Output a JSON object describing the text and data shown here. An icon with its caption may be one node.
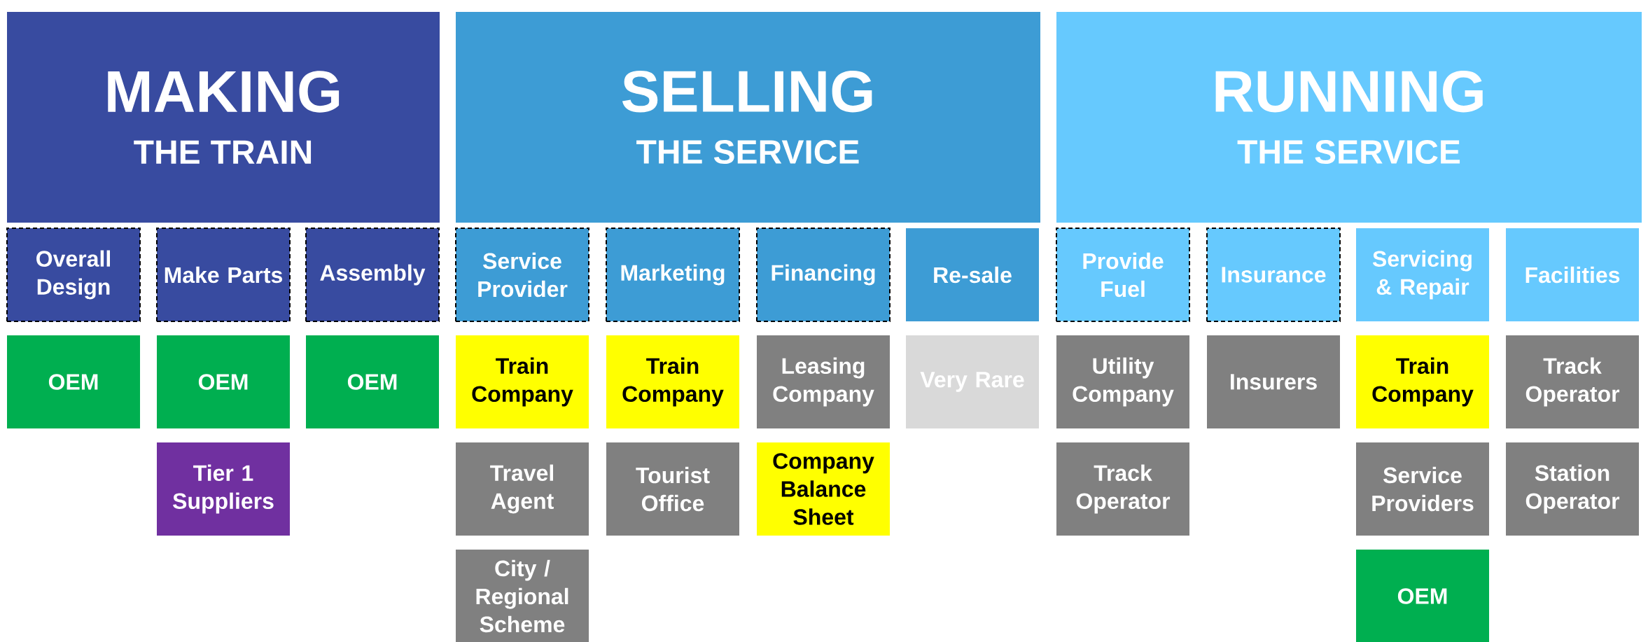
{
  "diagram": {
    "nodes": [
      {
        "text": [
          "MAKING",
          "THE TRAIN"
        ]
      },
      {
        "text": [
          "SELLING",
          "THE SERVICE"
        ]
      },
      {
        "text": [
          "RUNNING",
          "THE SERVICE"
        ]
      },
      {
        "text": [
          "Overall Design"
        ]
      },
      {
        "text": [
          "Make Parts"
        ]
      },
      {
        "text": [
          "Assembly"
        ]
      },
      {
        "text": [
          "Service Provider"
        ]
      },
      {
        "text": [
          "Marketing"
        ]
      },
      {
        "text": [
          "Financing"
        ]
      },
      {
        "text": [
          "Re-sale"
        ]
      },
      {
        "text": [
          "Provide Fuel"
        ]
      },
      {
        "text": [
          "Insurance"
        ]
      },
      {
        "text": [
          "Servicing & Repair"
        ]
      },
      {
        "text": [
          "Facilities"
        ]
      },
      {
        "text": [
          "OEM"
        ]
      },
      {
        "text": [
          "OEM"
        ]
      },
      {
        "text": [
          "OEM"
        ]
      },
      {
        "text": [
          "Train Company"
        ]
      },
      {
        "text": [
          "Train Company"
        ]
      },
      {
        "text": [
          "Leasing Company"
        ]
      },
      {
        "text": [
          "Very Rare"
        ]
      },
      {
        "text": [
          "Utility Company"
        ]
      },
      {
        "text": [
          "Insurers"
        ]
      },
      {
        "text": [
          "Train Company"
        ]
      },
      {
        "text": [
          "Track Operator"
        ]
      },
      {
        "text": [
          "Tier 1 Suppliers"
        ]
      },
      {
        "text": [
          "Travel Agent"
        ]
      },
      {
        "text": [
          "Tourist Office"
        ]
      },
      {
        "text": [
          "Company Balance Sheet"
        ]
      },
      {
        "text": [
          "Track Operator"
        ]
      },
      {
        "text": [
          "Service Providers"
        ]
      },
      {
        "text": [
          "Station Operator"
        ]
      },
      {
        "text": [
          "City / Regional Scheme"
        ]
      },
      {
        "text": [
          "OEM"
        ]
      }
    ]
  }
}
